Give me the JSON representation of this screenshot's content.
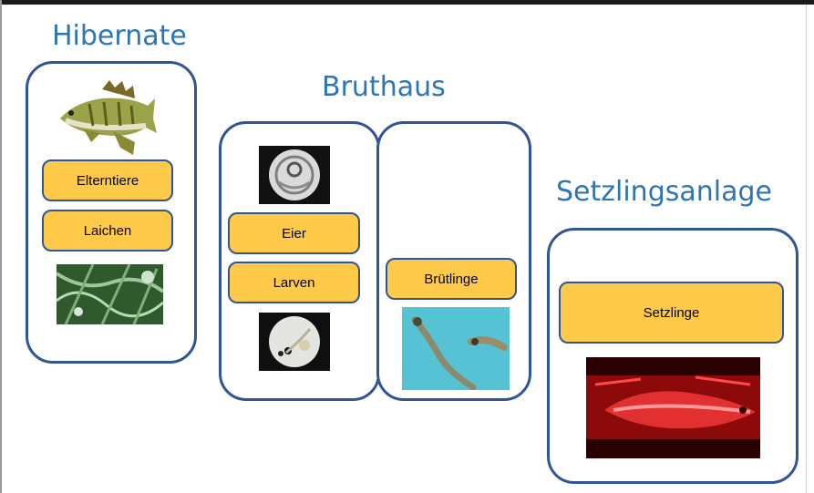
{
  "stations": [
    {
      "title": "Hibernate",
      "labels": [
        "Elterntiere",
        "Laichen"
      ]
    },
    {
      "title": "Bruthaus",
      "labels": [
        "Eier",
        "Larven",
        "Brütlinge"
      ]
    },
    {
      "title": "Setzlingsanlage",
      "labels": [
        "Setzlinge"
      ]
    }
  ],
  "colors": {
    "title": "#2e75b6",
    "border": "#2f5597",
    "label_fill": "#ffc94a"
  },
  "images": [
    "zander-fish-illustration",
    "spawn-on-vegetation-photo",
    "egg-microscope-photo",
    "larva-microscope-photo",
    "fry-in-water-photo",
    "juvenile-fish-red-light-photo"
  ]
}
